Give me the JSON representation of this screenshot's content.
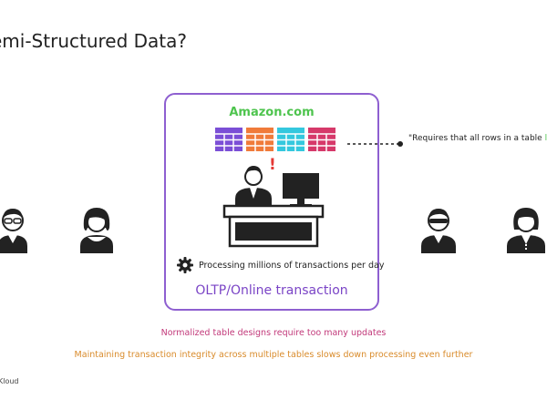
{
  "slide": {
    "title": "emi-Structured Data?",
    "brand": "Kloud"
  },
  "card": {
    "title": "Amazon.com",
    "title_color": "#4ec44e",
    "border_color": "#8e5fd0",
    "alert": "!",
    "tables": [
      {
        "icon": "table-icon",
        "color": "#7b4fd6"
      },
      {
        "icon": "table-icon",
        "color": "#f07b3a"
      },
      {
        "icon": "table-icon",
        "color": "#34c8de"
      },
      {
        "icon": "table-icon",
        "color": "#d6396a"
      }
    ],
    "process_text": "Processing millions of transactions per day",
    "footer_label": "OLTP/Online transaction"
  },
  "quote": {
    "text": "\"Requires that all rows in a table ",
    "highlight": "l"
  },
  "captions": {
    "line1": "Normalized table designs require too many updates",
    "line1_color": "#c2397a",
    "line2": "Maintaining transaction integrity across multiple tables slows down processing even further",
    "line2_color": "#d98b2b"
  }
}
